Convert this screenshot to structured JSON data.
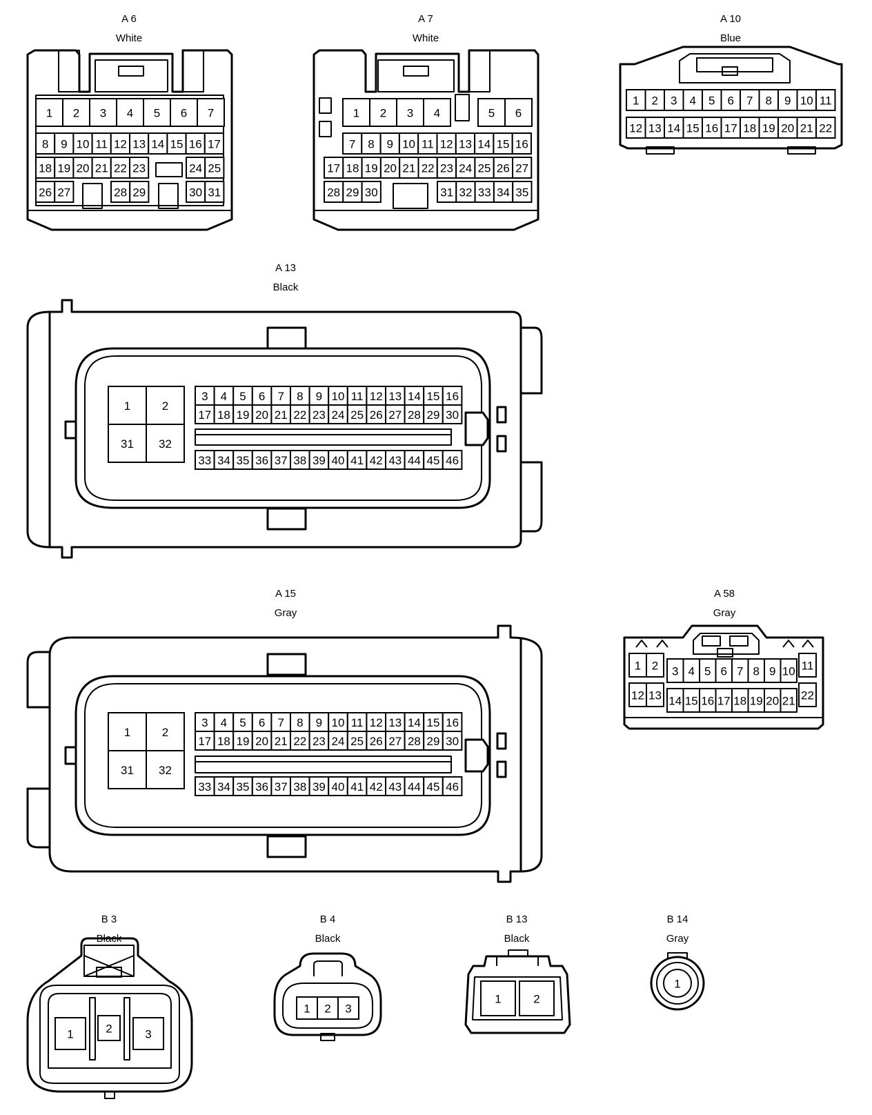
{
  "connectors": {
    "a6": {
      "id": "A 6",
      "color": "White"
    },
    "a7": {
      "id": "A 7",
      "color": "White"
    },
    "a10": {
      "id": "A 10",
      "color": "Blue"
    },
    "a13": {
      "id": "A 13",
      "color": "Black"
    },
    "a15": {
      "id": "A 15",
      "color": "Gray"
    },
    "a58": {
      "id": "A 58",
      "color": "Gray"
    },
    "b3": {
      "id": "B 3",
      "color": "Black"
    },
    "b4": {
      "id": "B 4",
      "color": "Black"
    },
    "b13": {
      "id": "B 13",
      "color": "Black"
    },
    "b14": {
      "id": "B 14",
      "color": "Gray"
    }
  },
  "pins": {
    "a6": [
      [
        "1",
        "2",
        "3",
        "4",
        "5",
        "6",
        "7"
      ],
      [
        "8",
        "9",
        "10",
        "11",
        "12",
        "13",
        "14",
        "15",
        "16",
        "17"
      ],
      [
        "18",
        "19",
        "20",
        "21",
        "22",
        "23",
        "24",
        "25"
      ],
      [
        "26",
        "27",
        "28",
        "29",
        "30",
        "31"
      ]
    ],
    "a7": [
      [
        "1",
        "2",
        "3",
        "4",
        "5",
        "6"
      ],
      [
        "7",
        "8",
        "9",
        "10",
        "11",
        "12",
        "13",
        "14",
        "15",
        "16"
      ],
      [
        "17",
        "18",
        "19",
        "20",
        "21",
        "22",
        "23",
        "24",
        "25",
        "26",
        "27"
      ],
      [
        "28",
        "29",
        "30",
        "31",
        "32",
        "33",
        "34",
        "35"
      ]
    ],
    "a10": [
      [
        "1",
        "2",
        "3",
        "4",
        "5",
        "6",
        "7",
        "8",
        "9",
        "10",
        "11"
      ],
      [
        "12",
        "13",
        "14",
        "15",
        "16",
        "17",
        "18",
        "19",
        "20",
        "21",
        "22"
      ]
    ],
    "a13": {
      "block": [
        "1",
        "2",
        "31",
        "32"
      ],
      "row1": [
        "3",
        "4",
        "5",
        "6",
        "7",
        "8",
        "9",
        "10",
        "11",
        "12",
        "13",
        "14",
        "15",
        "16"
      ],
      "row2": [
        "17",
        "18",
        "19",
        "20",
        "21",
        "22",
        "23",
        "24",
        "25",
        "26",
        "27",
        "28",
        "29",
        "30"
      ],
      "row3": [
        "33",
        "34",
        "35",
        "36",
        "37",
        "38",
        "39",
        "40",
        "41",
        "42",
        "43",
        "44",
        "45",
        "46"
      ]
    },
    "a15": {
      "block": [
        "1",
        "2",
        "31",
        "32"
      ],
      "row1": [
        "3",
        "4",
        "5",
        "6",
        "7",
        "8",
        "9",
        "10",
        "11",
        "12",
        "13",
        "14",
        "15",
        "16"
      ],
      "row2": [
        "17",
        "18",
        "19",
        "20",
        "21",
        "22",
        "23",
        "24",
        "25",
        "26",
        "27",
        "28",
        "29",
        "30"
      ],
      "row3": [
        "33",
        "34",
        "35",
        "36",
        "37",
        "38",
        "39",
        "40",
        "41",
        "42",
        "43",
        "44",
        "45",
        "46"
      ]
    },
    "a58": [
      [
        "1",
        "2",
        "3",
        "4",
        "5",
        "6",
        "7",
        "8",
        "9",
        "10",
        "11"
      ],
      [
        "12",
        "13",
        "14",
        "15",
        "16",
        "17",
        "18",
        "19",
        "20",
        "21",
        "22"
      ]
    ],
    "b3": [
      "1",
      "2",
      "3"
    ],
    "b4": [
      "1",
      "2",
      "3"
    ],
    "b13": [
      "1",
      "2"
    ],
    "b14": [
      "1"
    ]
  }
}
